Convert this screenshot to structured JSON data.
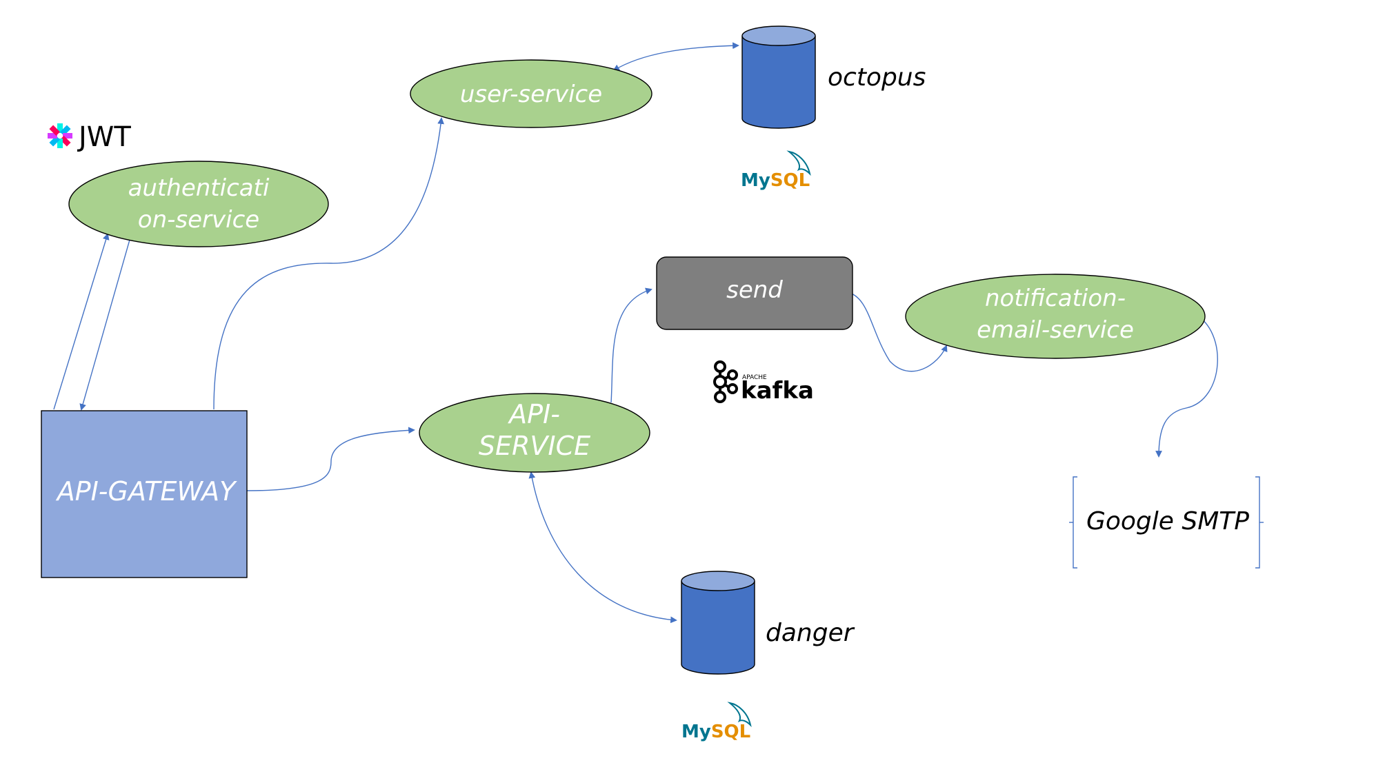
{
  "nodes": {
    "user_service": "user-service",
    "auth_service_line1": "authenticati",
    "auth_service_line2": "on-service",
    "api_gateway": "API-GATEWAY",
    "api_service_line1": "API-",
    "api_service_line2": "SERVICE",
    "send_topic": "send",
    "notification_line1": "notification-",
    "notification_line2": "email-service",
    "google_smtp": "Google SMTP"
  },
  "databases": {
    "octopus": "octopus",
    "danger": "danger"
  },
  "logos": {
    "jwt": "JWT",
    "mysql_my": "My",
    "mysql_sql": "SQL",
    "kafka": "kafka",
    "kafka_small": "APACHE"
  },
  "colors": {
    "ellipse_fill": "#a9d18e",
    "gateway_fill": "#8fa8dc",
    "db_fill": "#4472c4",
    "db_top": "#8faadc",
    "kafka_box": "#7f7f7f",
    "arrow": "#4472c4"
  },
  "icons": [
    "jwt-logo-icon",
    "mysql-logo-icon",
    "kafka-logo-icon",
    "database-icon"
  ]
}
